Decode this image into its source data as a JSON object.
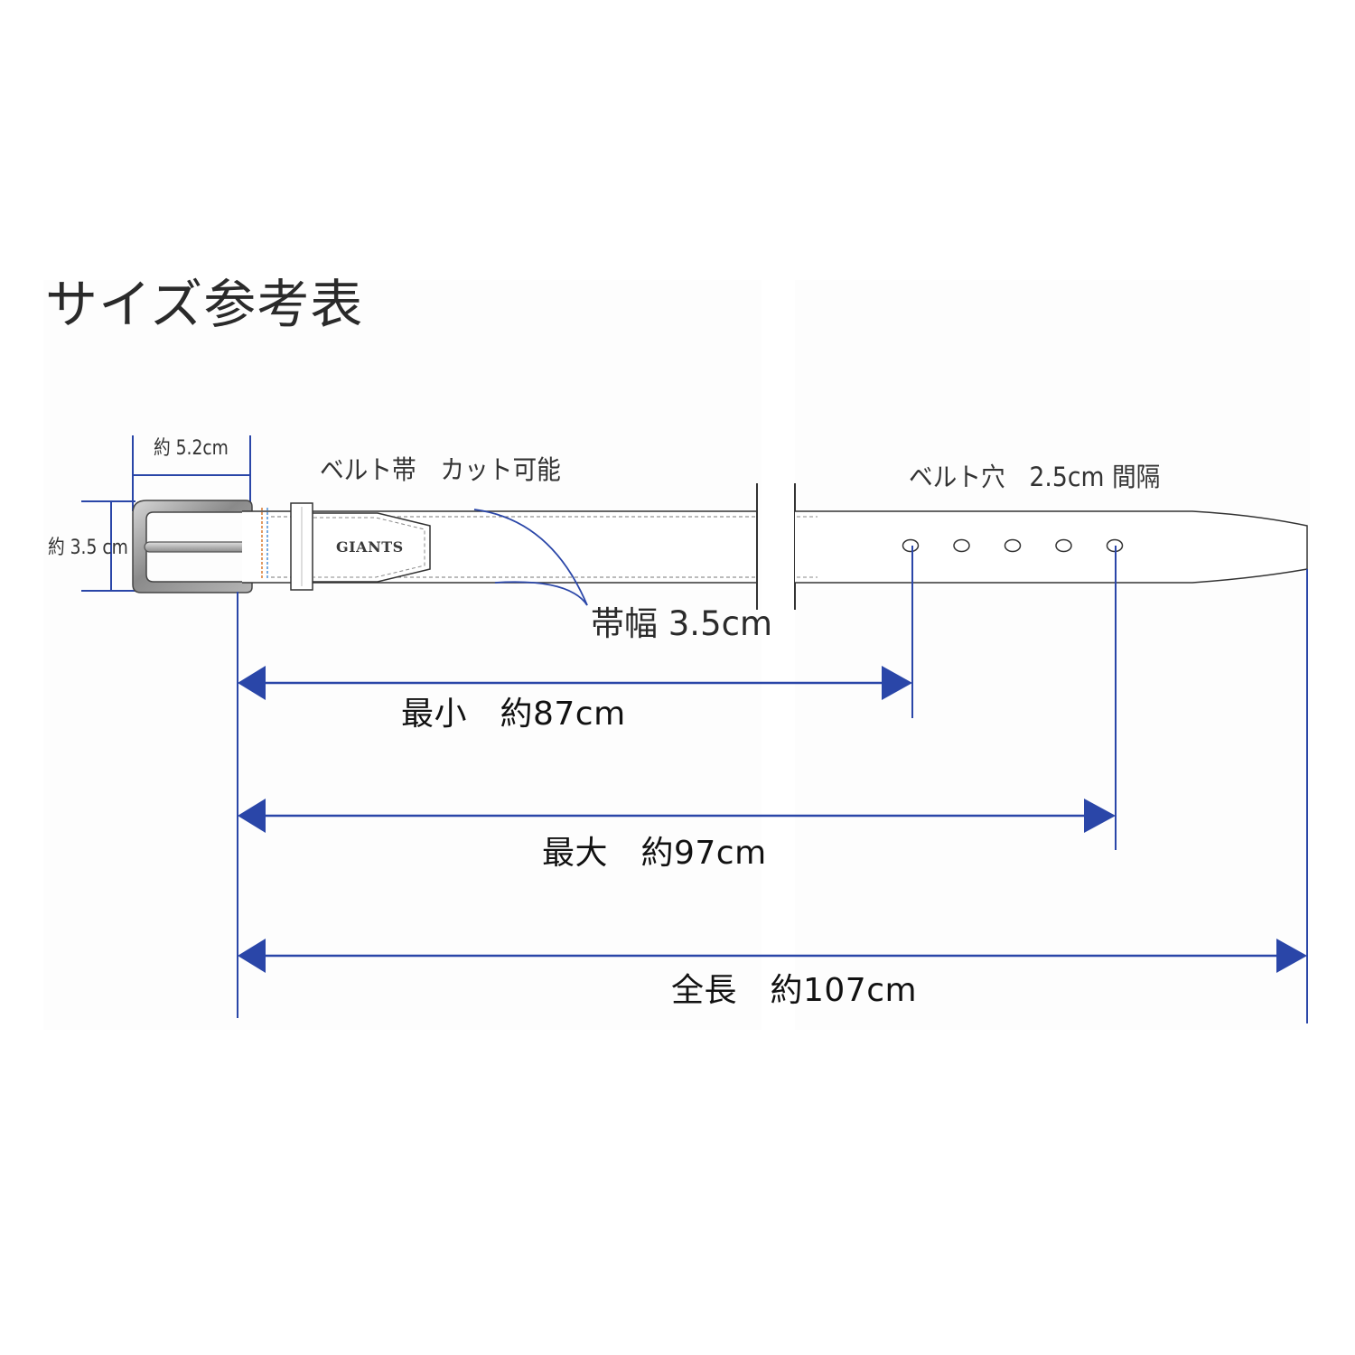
{
  "title": "サイズ参考表",
  "buckle": {
    "width_label": "約 5.2cm",
    "height_label": "約 3.5 cm"
  },
  "belt": {
    "logo_text": "GIANTS",
    "strap_note": "ベルト帯　カット可能",
    "holes_note": "ベルト穴　2.5cm 間隔",
    "strap_width_label": "帯幅 3.5cm",
    "hole_count": 5
  },
  "lengths": {
    "min_label": "最小　約87cm",
    "max_label": "最大　約97cm",
    "total_label": "全長　約107cm"
  },
  "colors": {
    "dimension_line": "#2a46a8",
    "outline": "#333333",
    "stitch_blue": "#4d8fd6",
    "stitch_orange": "#d9782e",
    "buckle_metal": "#8f8f8f"
  }
}
